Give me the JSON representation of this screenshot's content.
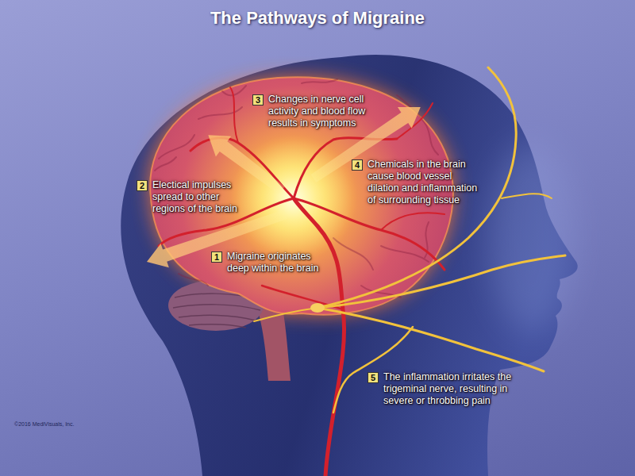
{
  "diagram": {
    "title": "The Pathways of Migraine",
    "nodes": [
      {
        "text": [
          "1",
          "Migraine originates deep within the brain"
        ]
      },
      {
        "text": [
          "2",
          "Electical impulses spread to other regions of the brain"
        ]
      },
      {
        "text": [
          "3",
          "Changes in nerve cell activity and blood flow results in symptoms"
        ]
      },
      {
        "text": [
          "4",
          "Chemicals in the brain cause blood vessel dilation and inflammation of surrounding tissue"
        ]
      },
      {
        "text": [
          "5",
          "The inflammation irritates the trigeminal nerve, resulting in severe or throbbing pain"
        ]
      }
    ],
    "labels": [
      "©2016 MediVisuals, Inc."
    ]
  }
}
